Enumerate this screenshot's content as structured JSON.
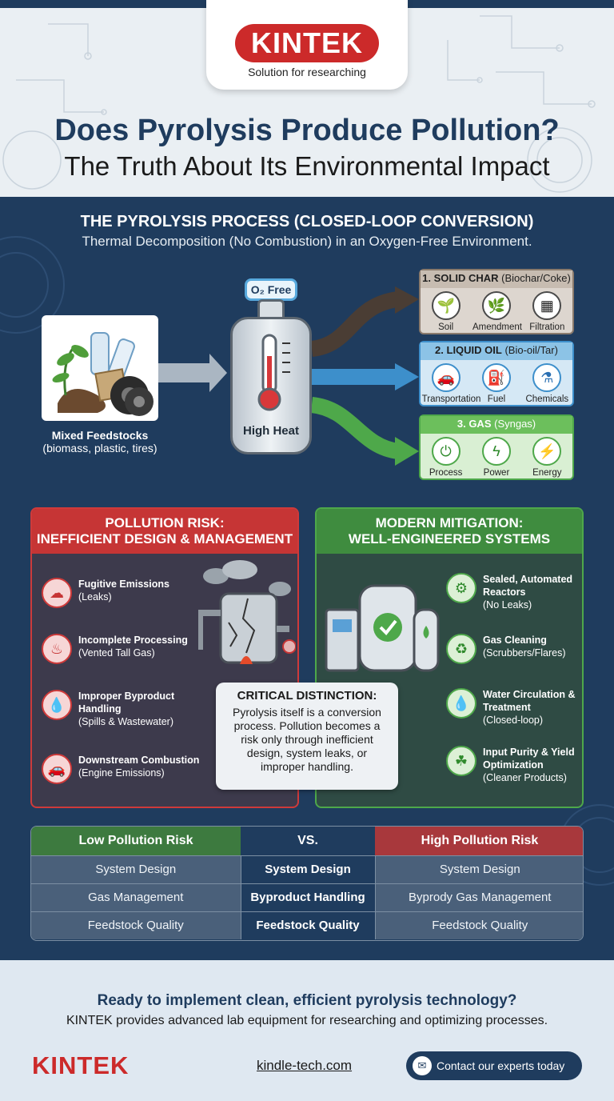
{
  "brand": {
    "logo": "KINTEK",
    "tagline": "Solution for researching"
  },
  "title": {
    "line1": "Does Pyrolysis Produce Pollution?",
    "line2": "The Truth About Its Environmental Impact"
  },
  "process": {
    "title": "THE PYROLYSIS PROCESS (CLOSED-LOOP CONVERSION)",
    "subtitle": "Thermal Decomposition (No Combustion) in an Oxygen-Free Environment.",
    "feedstock_title": "Mixed Feedstocks",
    "feedstock_sub": "(biomass, plastic, tires)",
    "o2_badge": "O₂ Free",
    "reactor_label": "High Heat",
    "products": [
      {
        "title": "1. SOLID CHAR",
        "sub": "(Biochar/Coke)",
        "items": [
          {
            "label": "Soil",
            "icon": "soil-icon"
          },
          {
            "label": "Amendment",
            "icon": "sprout-icon"
          },
          {
            "label": "Filtration",
            "icon": "filter-icon"
          }
        ]
      },
      {
        "title": "2. LIQUID OIL",
        "sub": "(Bio-oil/Tar)",
        "items": [
          {
            "label": "Transportation",
            "icon": "car-icon"
          },
          {
            "label": "Fuel",
            "icon": "fuel-can-icon"
          },
          {
            "label": "Chemicals",
            "icon": "flask-icon"
          }
        ]
      },
      {
        "title": "3. GAS",
        "sub": "(Syngas)",
        "items": [
          {
            "label": "Process",
            "icon": "plug-icon"
          },
          {
            "label": "Power",
            "icon": "lightning-icon"
          },
          {
            "label": "Energy",
            "icon": "bolt-icon"
          }
        ]
      }
    ]
  },
  "risk": {
    "title_line1": "POLLUTION RISK:",
    "title_line2": "INEFFICIENT DESIGN & MANAGEMENT",
    "items": [
      {
        "title": "Fugitive Emissions",
        "sub": "(Leaks)"
      },
      {
        "title": "Incomplete Processing",
        "sub": "(Vented Tall Gas)"
      },
      {
        "title": "Improper Byproduct Handling",
        "sub": "(Spills & Wastewater)"
      },
      {
        "title": "Downstream Combustion",
        "sub": "(Engine Emissions)"
      }
    ]
  },
  "mitigation": {
    "title_line1": "MODERN MITIGATION:",
    "title_line2": "WELL-ENGINEERED SYSTEMS",
    "items": [
      {
        "title": "Sealed, Automated Reactors",
        "sub": "(No Leaks)"
      },
      {
        "title": "Gas Cleaning",
        "sub": "(Scrubbers/Flares)"
      },
      {
        "title": "Water Circulation & Treatment",
        "sub": "(Closed-loop)"
      },
      {
        "title": "Input Purity & Yield Optimization",
        "sub": "(Cleaner Products)"
      }
    ]
  },
  "critical": {
    "title": "CRITICAL DISTINCTION:",
    "body": "Pyrolysis itself is a conversion process. Pollution becomes a risk only through inefficient design, system leaks, or improper handling."
  },
  "comparison": {
    "headers": [
      "Low Pollution Risk",
      "VS.",
      "High Pollution Risk"
    ],
    "rows": [
      [
        "System Design",
        "System Design",
        "System Design"
      ],
      [
        "Gas Management",
        "Byproduct Handling",
        "Byprody Gas Management"
      ],
      [
        "Feedstock Quality",
        "Feedstock Quality",
        "Feedstock Quality"
      ]
    ]
  },
  "footer": {
    "headline": "Ready to implement clean, efficient pyrolysis technology?",
    "body": "KINTEK provides advanced lab equipment for researching and optimizing processes.",
    "logo": "KINTEK",
    "url": "kindle-tech.com",
    "cta": "Contact our experts today"
  },
  "colors": {
    "navy": "#1f3c5e",
    "brand_red": "#cc2a2a",
    "risk_red": "#c63535",
    "green": "#3f8c3f"
  }
}
